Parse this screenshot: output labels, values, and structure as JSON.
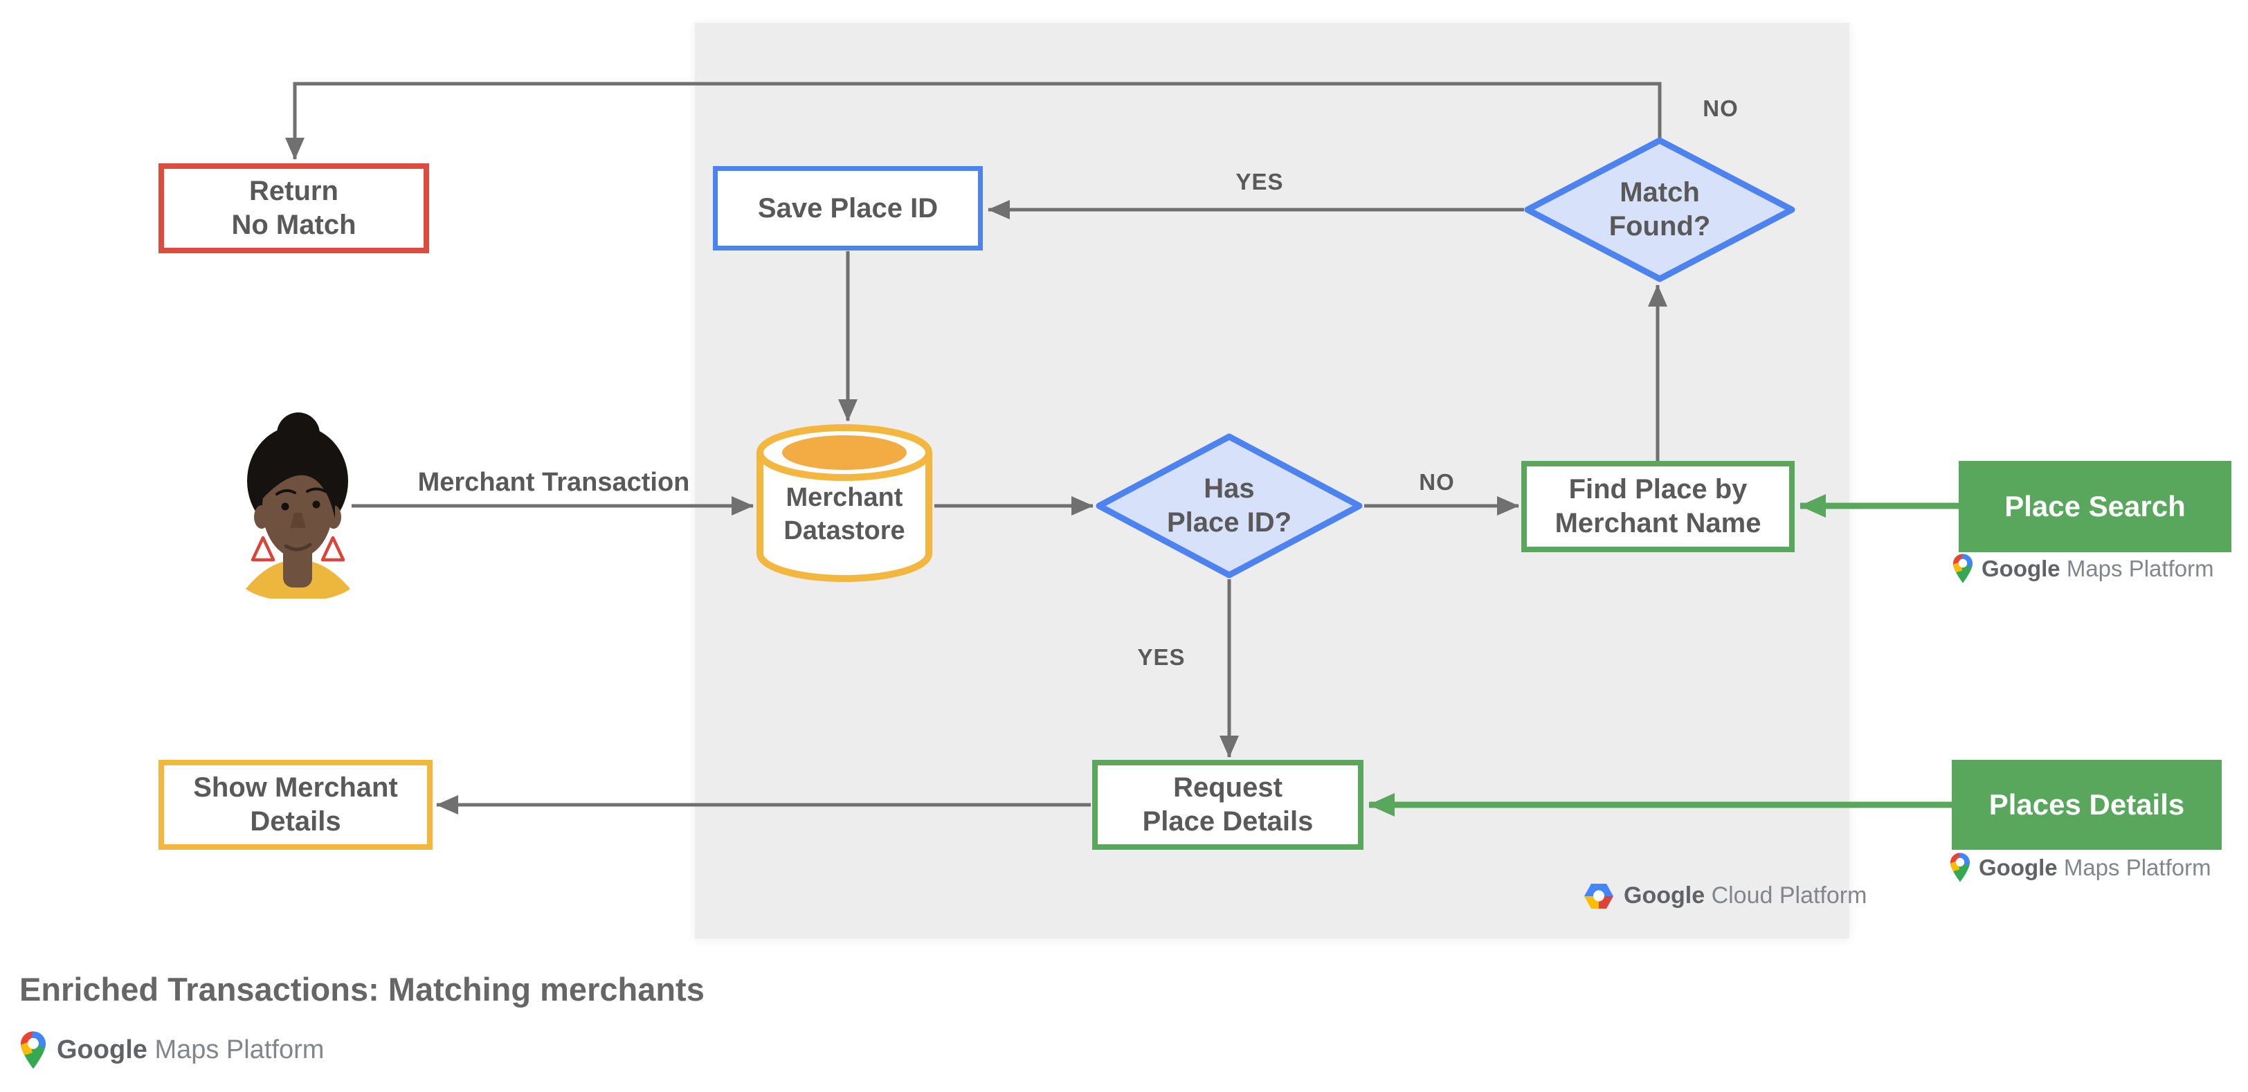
{
  "title": {
    "text": "Enriched Transactions: Matching merchants"
  },
  "colors": {
    "panel_gray": "#EDEDED",
    "border_red": "#DD4B3E",
    "border_blue": "#4D83EE",
    "diamond_fill": "#D7E2FA",
    "border_yellow": "#F3B73F",
    "cylinder_inner": "#F2AC43",
    "green": "#58A75C",
    "arrow_gray": "#707070",
    "text_gray": "#595959"
  },
  "nodes": {
    "return_no_match": {
      "label": "Return\nNo Match"
    },
    "save_place_id": {
      "label": "Save Place ID"
    },
    "match_found": {
      "label": "Match\nFound?"
    },
    "merchant_datastore": {
      "label": "Merchant\nDatastore"
    },
    "has_place_id": {
      "label": "Has\nPlace ID?"
    },
    "find_place": {
      "label": "Find Place by\nMerchant Name"
    },
    "place_search": {
      "label": "Place Search"
    },
    "request_place_details": {
      "label": "Request\nPlace Details"
    },
    "places_details": {
      "label": "Places Details"
    },
    "show_merchant_details": {
      "label": "Show Merchant\nDetails"
    }
  },
  "edge_labels": {
    "no_top": "NO",
    "yes_top": "YES",
    "no_mid": "NO",
    "yes_mid": "YES",
    "merchant_transaction": "Merchant Transaction"
  },
  "logos": {
    "cloud": {
      "brand": "Google",
      "product": "Cloud Platform"
    },
    "maps": {
      "brand": "Google",
      "product": "Maps Platform"
    }
  }
}
